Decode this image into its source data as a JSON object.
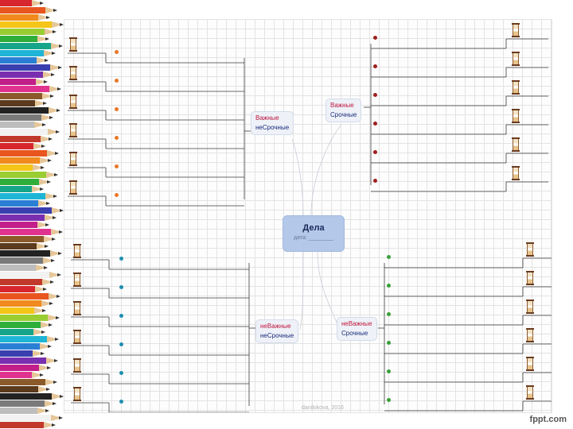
{
  "center": {
    "title": "Дела",
    "subtitle": "дата: ________"
  },
  "quadrants": [
    {
      "id": "top-left",
      "line1": "Важные",
      "line2": "неСрочные",
      "dot_color": "#e8782a"
    },
    {
      "id": "top-right",
      "line1": "Важные",
      "line2": "Срочные",
      "dot_color": "#a02020"
    },
    {
      "id": "bottom-left",
      "line1": "неВажные",
      "line2": "неСрочные",
      "dot_color": "#1f8fb0"
    },
    {
      "id": "bottom-right",
      "line1": "неВажные",
      "line2": "Срочные",
      "dot_color": "#3aa03a"
    }
  ],
  "footer": {
    "credit": "danilokova, 2016",
    "logo": "fppt.com"
  }
}
